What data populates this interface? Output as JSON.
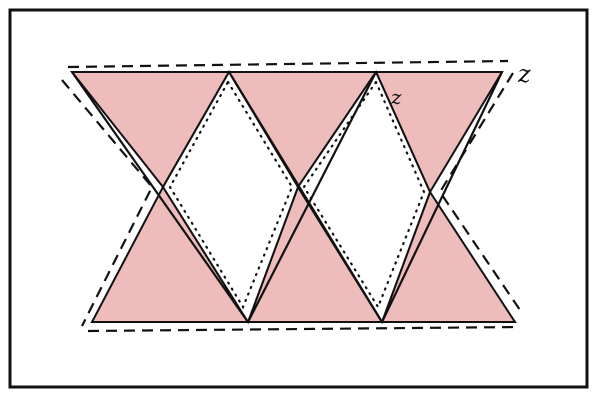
{
  "diagram": {
    "labels": {
      "outer": "z",
      "inner": "z"
    },
    "colors": {
      "fill": "#efbcbc",
      "stroke": "#111111",
      "background": "#ffffff"
    },
    "line_styles": {
      "net_edges": "solid",
      "outline": "dashed",
      "fold_lines": "dotted"
    }
  }
}
